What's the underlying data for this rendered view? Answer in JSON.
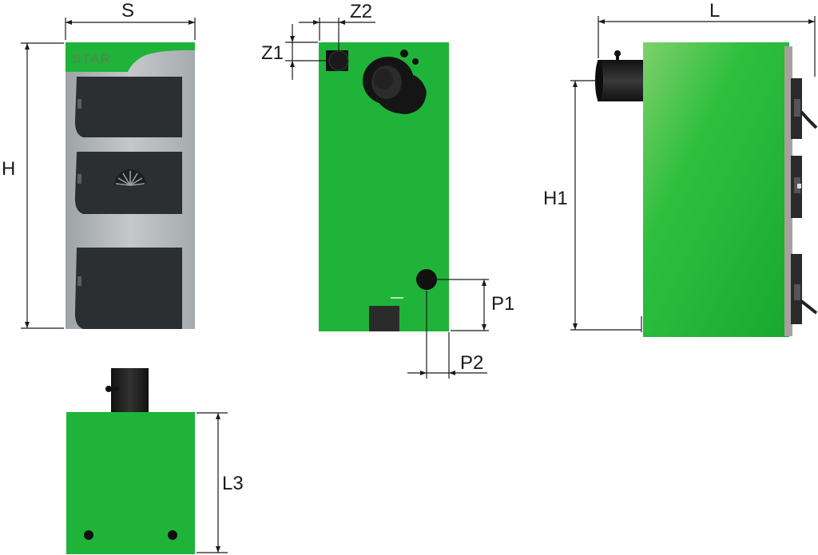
{
  "brand": {
    "logo_text": "STAR"
  },
  "dimensions": {
    "S": "S",
    "H": "H",
    "Z1": "Z1",
    "Z2": "Z2",
    "P1": "P1",
    "P2": "P2",
    "L": "L",
    "H1": "H1",
    "L3": "L3"
  },
  "colors": {
    "body_green": "#1fb33a",
    "body_green_dark": "#159a2e",
    "front_panel_grey": "#b4b8bb",
    "door_dark": "#2b2f31",
    "pipe_dark": "#1c1c1c"
  }
}
